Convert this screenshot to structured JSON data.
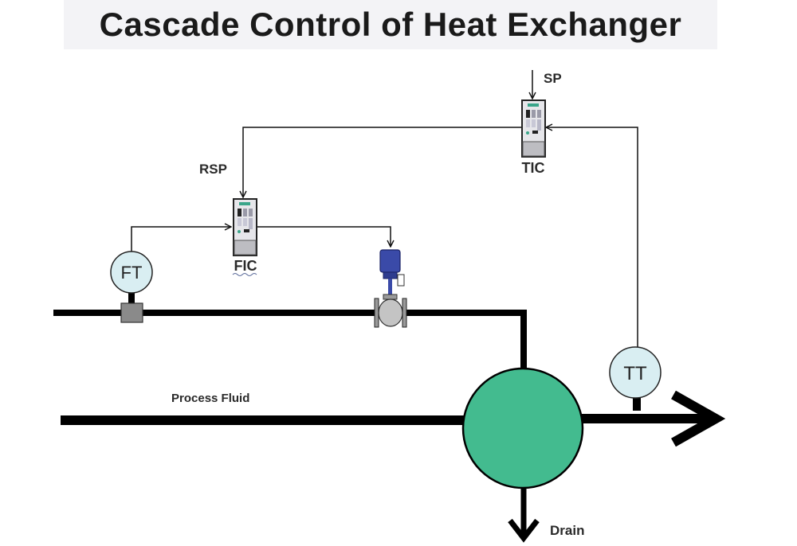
{
  "title": "Cascade Control of Heat Exchanger",
  "labels": {
    "sp": "SP",
    "rsp": "RSP",
    "tic": "TIC",
    "fic": "FIC",
    "ft": "FT",
    "tt": "TT",
    "process_fluid": "Process Fluid",
    "drain": "Drain"
  },
  "colors": {
    "heat_exchanger": "#43bb8f",
    "transmitter_fill": "#d9eef2",
    "valve_actuator": "#3a4aa8",
    "controller_face": "#e6e6ea"
  }
}
